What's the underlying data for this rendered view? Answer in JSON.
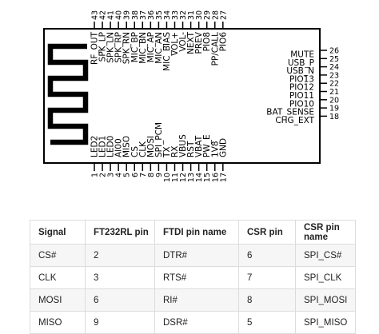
{
  "diagram": {
    "top_pins": [
      {
        "num": "43",
        "label": "RF_OUT"
      },
      {
        "num": "42",
        "label": "SPK_LP"
      },
      {
        "num": "41",
        "label": "SPK_LN"
      },
      {
        "num": "40",
        "label": "SPK_RP"
      },
      {
        "num": "39",
        "label": "SPK_RN"
      },
      {
        "num": "38",
        "label": "MIC_BP"
      },
      {
        "num": "37",
        "label": "MIC_BN"
      },
      {
        "num": "36",
        "label": "MIC_AP"
      },
      {
        "num": "35",
        "label": "MIC_AN"
      },
      {
        "num": "34",
        "label": "MIC_BIAS"
      },
      {
        "num": "33",
        "label": "VOL+"
      },
      {
        "num": "32",
        "label": "VOL-"
      },
      {
        "num": "31",
        "label": "NEXT"
      },
      {
        "num": "30",
        "label": "PREV"
      },
      {
        "num": "29",
        "label": "PIO8"
      },
      {
        "num": "28",
        "label": "PP/CALL"
      },
      {
        "num": "27",
        "label": "PIO6"
      }
    ],
    "bottom_pins": [
      {
        "num": "1",
        "label": "LED2"
      },
      {
        "num": "2",
        "label": "LED1"
      },
      {
        "num": "3",
        "label": "LED0"
      },
      {
        "num": "4",
        "label": "AI00"
      },
      {
        "num": "5",
        "label": "MISO"
      },
      {
        "num": "6",
        "label": "CS"
      },
      {
        "num": "7",
        "label": "CLK"
      },
      {
        "num": "8",
        "label": "MOSI"
      },
      {
        "num": "9",
        "label": "SPI_PCM"
      },
      {
        "num": "10",
        "label": "TX"
      },
      {
        "num": "11",
        "label": "RX"
      },
      {
        "num": "12",
        "label": "VBUS"
      },
      {
        "num": "13",
        "label": "RST"
      },
      {
        "num": "14",
        "label": "VBAT"
      },
      {
        "num": "15",
        "label": "PW_E"
      },
      {
        "num": "16",
        "label": "1V8"
      },
      {
        "num": "17",
        "label": "GND"
      }
    ],
    "right_pins": [
      {
        "num": "26",
        "label": "MUTE"
      },
      {
        "num": "25",
        "label": "USB_P"
      },
      {
        "num": "24",
        "label": "USB_N"
      },
      {
        "num": "23",
        "label": "PIO13"
      },
      {
        "num": "22",
        "label": "PIO12"
      },
      {
        "num": "21",
        "label": "PIO11"
      },
      {
        "num": "20",
        "label": "PIO10"
      },
      {
        "num": "19",
        "label": "BAT_SENSE"
      },
      {
        "num": "18",
        "label": "CHG_EXT"
      }
    ]
  },
  "table": {
    "headers": [
      "Signal",
      "FT232RL pin",
      "FTDI pin name",
      "CSR pin",
      "CSR pin name"
    ],
    "rows": [
      [
        "CS#",
        "2",
        "DTR#",
        "6",
        "SPI_CS#"
      ],
      [
        "CLK",
        "3",
        "RTS#",
        "7",
        "SPI_CLK"
      ],
      [
        "MOSI",
        "6",
        "RI#",
        "8",
        "SPI_MOSI"
      ],
      [
        "MISO",
        "9",
        "DSR#",
        "5",
        "SPI_MISO"
      ]
    ]
  },
  "colors": {
    "outline": "#000000",
    "table_border": "#dcdcdc",
    "row_alt": "#f6f6f6"
  }
}
